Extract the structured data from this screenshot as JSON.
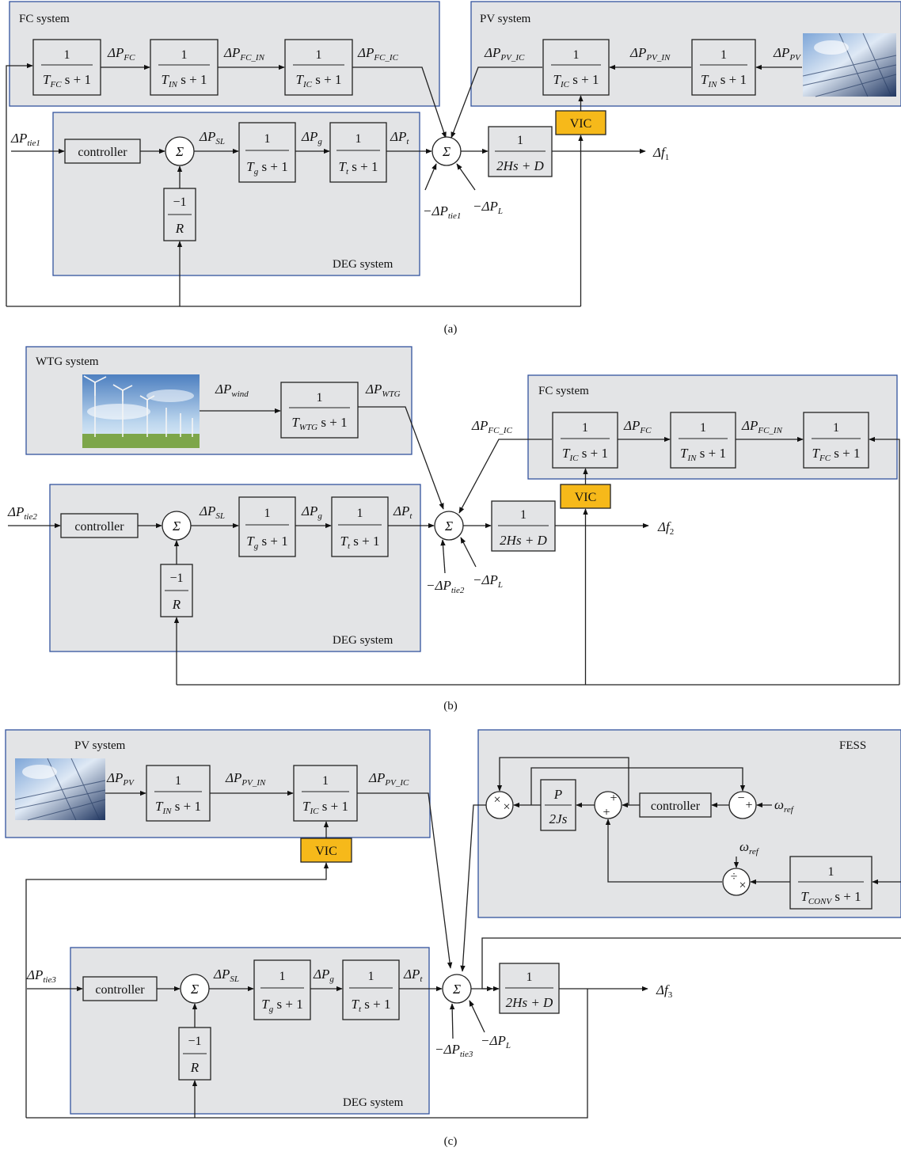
{
  "systems": {
    "fc": "FC system",
    "pv": "PV system",
    "deg": "DEG system",
    "wtg": "WTG system",
    "fess": "FESS"
  },
  "blocks": {
    "controller": "controller",
    "vic": "VIC",
    "one": "1",
    "tfc_den": "T_FC s + 1",
    "tin_den": "T_IN s + 1",
    "tic_den": "T_IC s + 1",
    "tg_den": "T_g s + 1",
    "tt_den": "T_t s + 1",
    "twtg_den": "T_WTG s + 1",
    "tconv_den": "T_CONV s + 1",
    "inertia_den": "2Hs + D",
    "droop_num": "−1",
    "droop_den": "R",
    "fess_num": "P",
    "fess_den": "2Js"
  },
  "signals": {
    "dp_fc": "ΔP_FC",
    "dp_fc_in": "ΔP_FC_IN",
    "dp_fc_ic": "ΔP_FC_IC",
    "dp_pv": "ΔP_PV",
    "dp_pv_in": "ΔP_PV_IN",
    "dp_pv_ic": "ΔP_PV_IC",
    "dp_sl": "ΔP_SL",
    "dp_g": "ΔP_g",
    "dp_t": "ΔP_t",
    "dp_l": "−ΔP_L",
    "dp_wind": "ΔP_wind",
    "dp_wtg": "ΔP_WTG",
    "tie1": "ΔP_tie1",
    "tie2": "ΔP_tie2",
    "tie3": "ΔP_tie3",
    "neg_tie1": "−ΔP_tie1",
    "neg_tie2": "−ΔP_tie2",
    "neg_tie3": "−ΔP_tie3",
    "df1": "Δf_1",
    "df2": "Δf_2",
    "df3": "Δf_3",
    "omega_ref": "ω_ref"
  },
  "operators": {
    "sigma": "Σ",
    "plus": "+",
    "minus": "−",
    "times": "×",
    "divide": "÷"
  },
  "captions": {
    "a": "(a)",
    "b": "(b)",
    "c": "(c)"
  }
}
